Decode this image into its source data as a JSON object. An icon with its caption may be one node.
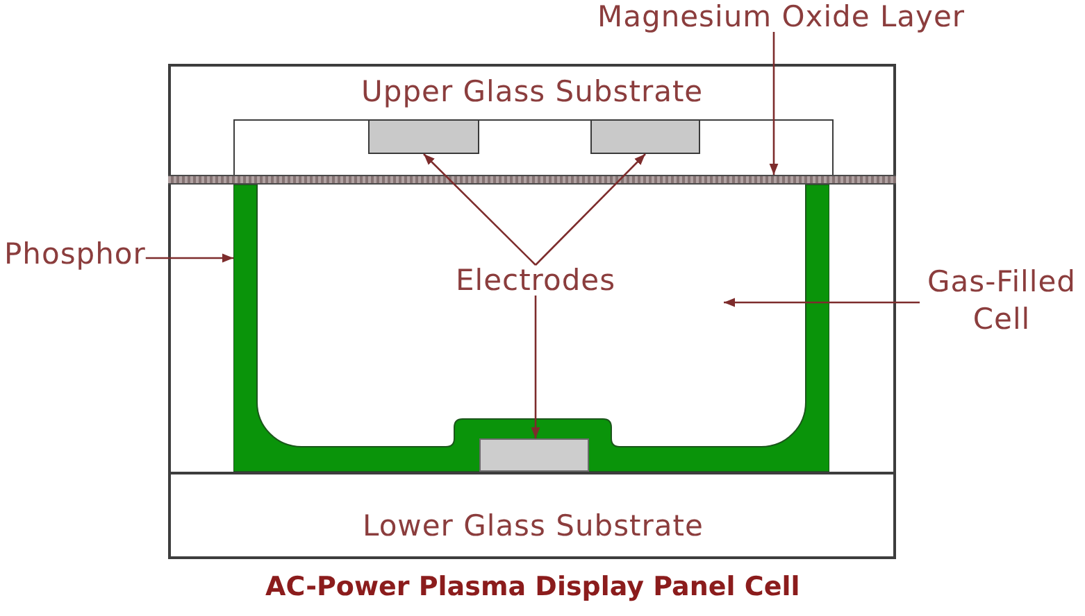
{
  "diagram": {
    "caption": "AC-Power Plasma Display Panel Cell",
    "nodes": [
      {
        "text": [
          "Magnesium Oxide Layer"
        ]
      },
      {
        "text": [
          "Upper Glass Substrate"
        ]
      },
      {
        "text": [],
        "shape": "box",
        "in": 1
      },
      {
        "text": [],
        "shape": "box",
        "in": 1
      },
      {
        "text": [],
        "shape": "bar"
      },
      {
        "text": [
          "Phosphor"
        ]
      },
      {
        "text": [],
        "shape": "trough"
      },
      {
        "text": [
          "Electrodes"
        ]
      },
      {
        "text": [
          "Gas-Filled Cell"
        ]
      },
      {
        "text": [],
        "shape": "box",
        "in": 6
      },
      {
        "text": [
          "Lower Glass Substrate"
        ]
      }
    ],
    "edges": [
      {
        "from": 0,
        "to": 4,
        "arrow": "to"
      },
      {
        "from": 5,
        "to": 6,
        "arrow": "to"
      },
      {
        "from": 7,
        "to": 2,
        "arrow": "to"
      },
      {
        "from": 7,
        "to": 3,
        "arrow": "to"
      },
      {
        "from": 7,
        "to": 9,
        "arrow": "to"
      },
      {
        "from": 8,
        "to": null,
        "arrow": "to"
      }
    ]
  }
}
